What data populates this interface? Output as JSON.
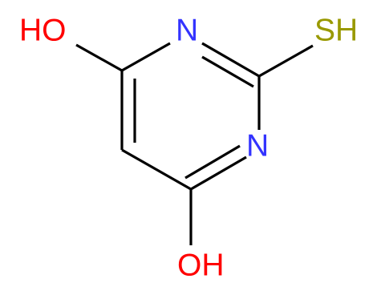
{
  "colors": {
    "background": "#ffffff",
    "bond": "#000000",
    "nitrogen": "#3333ff",
    "oxygen": "#ff0000",
    "sulfur": "#999900"
  },
  "labels": {
    "oh_top_left": "HO",
    "n_top": "N",
    "sh_top_right": "SH",
    "n_right": "N",
    "oh_bottom": "OH"
  }
}
